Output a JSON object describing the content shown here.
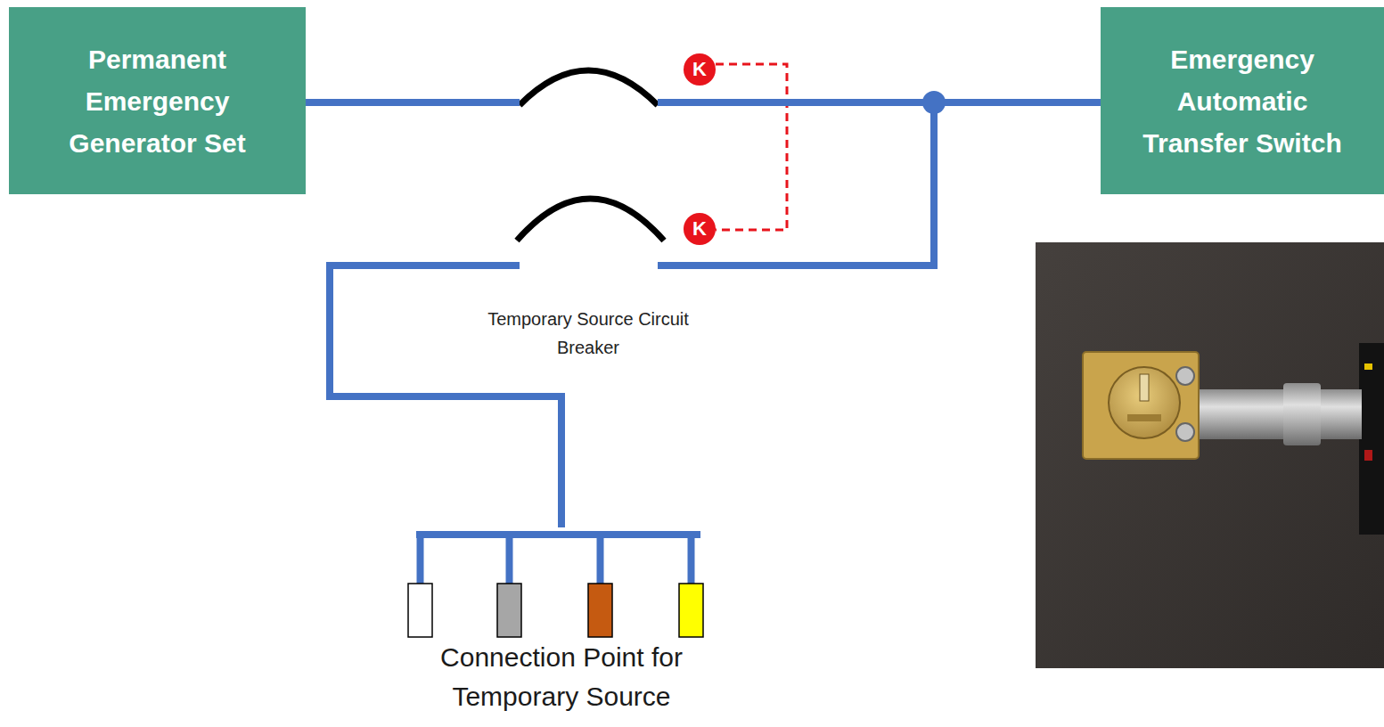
{
  "diagram": {
    "nodes": [
      {
        "text": [
          "Permanent Emergency Generator Set"
        ]
      },
      {
        "text": [
          "Emergency Automatic Transfer Switch"
        ]
      },
      {
        "text": [
          "Connection Point for Temporary Source"
        ]
      }
    ],
    "edges": [
      {
        "from": 0,
        "to": 1,
        "arrow": "none"
      },
      {
        "from": 2,
        "to": 1,
        "arrow": "none"
      }
    ],
    "labels": [
      "K",
      "K",
      "Temporary Source Circuit Breaker"
    ]
  }
}
